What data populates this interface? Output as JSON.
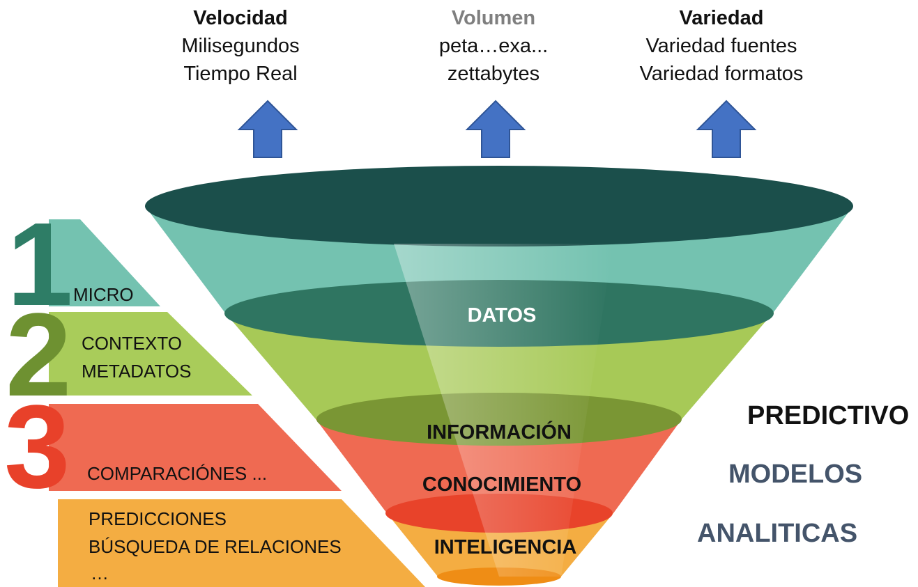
{
  "headers": [
    {
      "title": "Velocidad",
      "title_color": "#111111",
      "lines": [
        "Milisegundos",
        "Tiempo Real"
      ]
    },
    {
      "title": "Volumen",
      "title_color": "#7f7f7f",
      "lines": [
        "peta…exa...",
        "zettabytes"
      ]
    },
    {
      "title": "Variedad",
      "title_color": "#111111",
      "lines": [
        "Variedad fuentes",
        "Variedad formatos"
      ]
    }
  ],
  "arrow_color": "#4472c4",
  "levels": [
    {
      "number": "1",
      "lines": [
        "MICRO"
      ],
      "band_color": "#74c2b0",
      "number_color": "#2e7d66"
    },
    {
      "number": "2",
      "lines": [
        "CONTEXTO",
        "METADATOS"
      ],
      "band_color": "#a9cc5a",
      "number_color": "#6e9131"
    },
    {
      "number": "3",
      "lines": [
        "COMPARACIÓNES ..."
      ],
      "band_color": "#ef6a52",
      "number_color": "#e8412a"
    },
    {
      "number": "",
      "lines": [
        "PREDICCIONES",
        "BÚSQUEDA DE RELACIONES",
        "…"
      ],
      "band_color": "#f4ad42",
      "number_color": ""
    }
  ],
  "funnel_stages": [
    "DATOS",
    "INFORMACIÓN",
    "CONOCIMIENTO",
    "INTELIGENCIA"
  ],
  "funnel_colors": {
    "top_ellipse": "#1b4f4b",
    "band1": "#74c2b0",
    "ellipse1": "#2f7561",
    "band2": "#a7c957",
    "ellipse2": "#7a9634",
    "band3": "#ef6a52",
    "ellipse3": "#e8432a",
    "band4": "#f4ad42",
    "bottom_ellipse": "#ef8d15"
  },
  "right_labels": [
    {
      "text": "PREDICTIVO",
      "color": "#111111"
    },
    {
      "text": "MODELOS",
      "color": "#44546a"
    },
    {
      "text": "ANALITICAS",
      "color": "#44546a"
    }
  ]
}
